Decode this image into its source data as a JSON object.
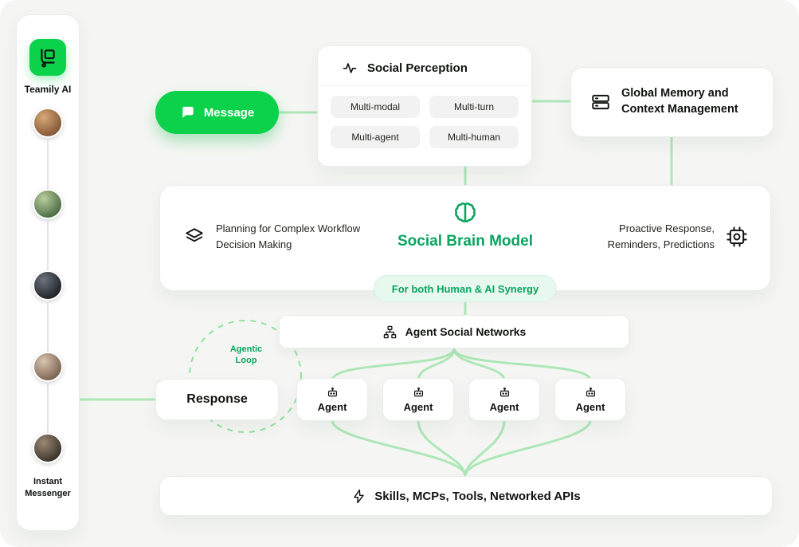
{
  "sidebar": {
    "brand": "Teamily AI",
    "footer_line1": "Instant",
    "footer_line2": "Messenger",
    "avatar_count": 5
  },
  "message": {
    "label": "Message"
  },
  "social_perception": {
    "title": "Social Perception",
    "tags": [
      "Multi-modal",
      "Multi-turn",
      "Multi-agent",
      "Multi-human"
    ]
  },
  "global_memory": {
    "line1": "Global Memory and",
    "line2": "Context Management"
  },
  "planning": {
    "line1": "Planning for Complex Workflow",
    "line2": "Decision Making"
  },
  "brain": {
    "title": "Social Brain Model"
  },
  "proactive": {
    "line1": "Proactive Response,",
    "line2": "Reminders, Predictions"
  },
  "synergy": {
    "label": "For both Human & AI Synergy"
  },
  "agent_network": {
    "label": "Agent Social Networks"
  },
  "agentic_loop": {
    "line1": "Agentic",
    "line2": "Loop"
  },
  "response": {
    "label": "Response"
  },
  "agents": [
    {
      "label": "Agent"
    },
    {
      "label": "Agent"
    },
    {
      "label": "Agent"
    },
    {
      "label": "Agent"
    }
  ],
  "skills": {
    "label": "Skills, MCPs, Tools, Networked APIs"
  },
  "icons": {
    "teamily-logo-icon": "hand-truck glyph on green tile",
    "chat-bubble-icon": "speech bubble",
    "activity-icon": "pulse waveform",
    "server-icon": "stacked server racks",
    "layers-icon": "stacked layers",
    "brain-icon": "brain outline",
    "chip-icon": "cpu chip",
    "hierarchy-icon": "org-chart nodes",
    "robot-icon": "robot head",
    "bolt-icon": "lightning bolt"
  },
  "colors": {
    "accent_green": "#0bd24a",
    "brand_green": "#0aa45f",
    "connector_green": "#aee7b8",
    "badge_bg": "#e7f8ee",
    "background": "#f5f6f3",
    "card_bg": "#ffffff"
  }
}
